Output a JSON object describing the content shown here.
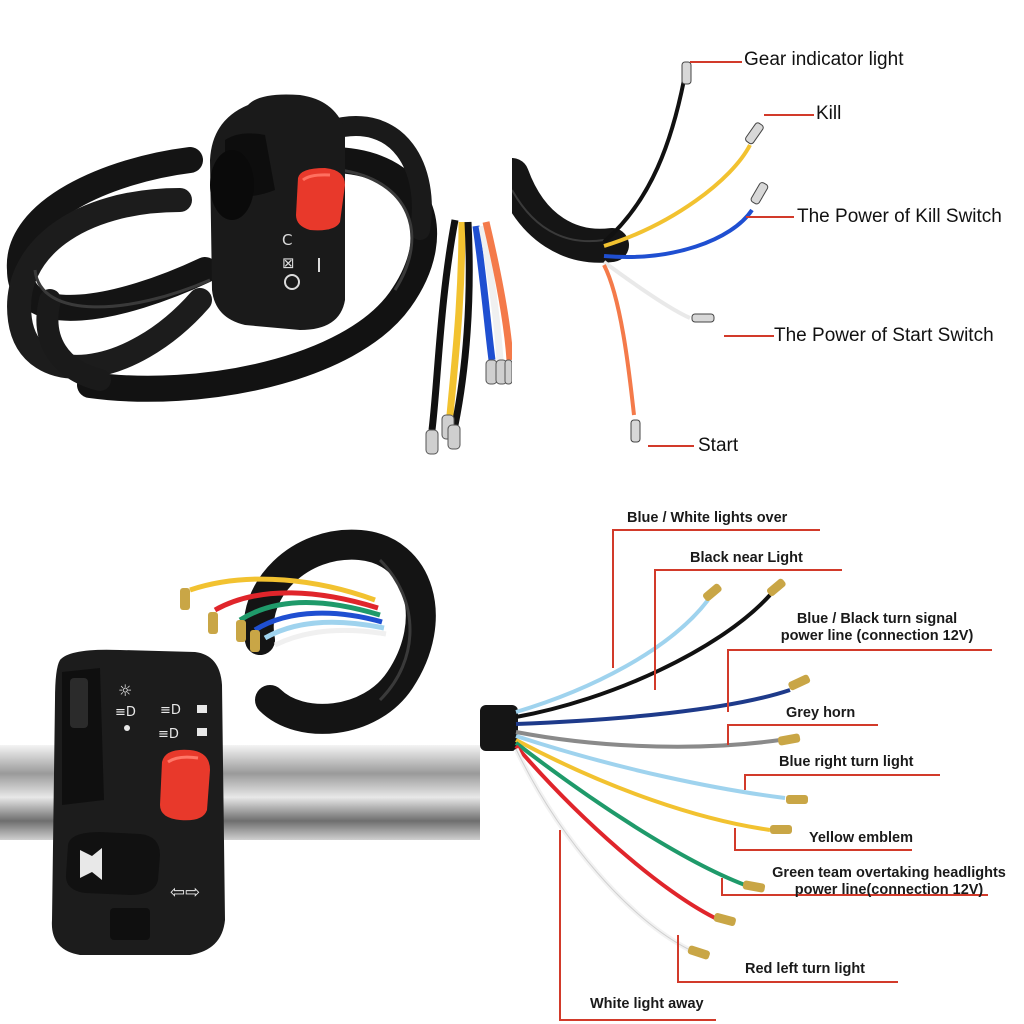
{
  "top_right": {
    "gear_indicator": "Gear indicator light",
    "kill": "Kill",
    "kill_power": "The Power of Kill Switch",
    "start_power": "The Power of Start Switch",
    "start": "Start"
  },
  "bottom_right": {
    "blue_white": "Blue / White lights over",
    "black": "Black near Light",
    "blue_black_1": "Blue / Black turn signal",
    "blue_black_2": "power line (connection 12V)",
    "grey": "Grey horn",
    "blue": "Blue right turn light",
    "yellow": "Yellow emblem",
    "green_1": "Green team overtaking headlights",
    "green_2": "power line(connection 12V)",
    "red": "Red left turn light",
    "white": "White light away"
  },
  "colors": {
    "black_wire": "#111111",
    "yellow_wire": "#f2c230",
    "blue_wire": "#1f4fd1",
    "orange_wire": "#f47a4a",
    "red_button": "#e8392b",
    "leader_line": "#d23a2a",
    "light_blue_wire": "#9fd3ee",
    "green_wire": "#1f9a6a",
    "grey_wire": "#8a8a8a",
    "dark_blue_wire": "#1e3a8a",
    "red_wire": "#e0252b",
    "brass": "#c9a646"
  }
}
